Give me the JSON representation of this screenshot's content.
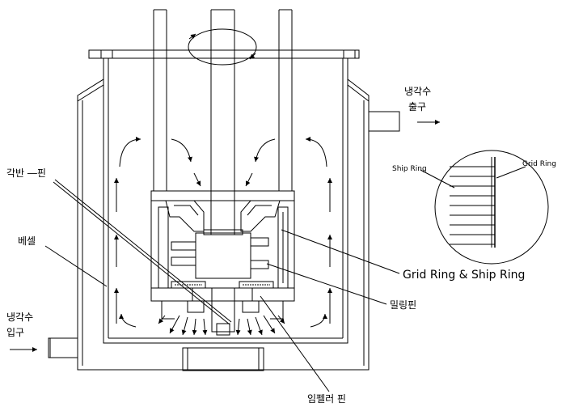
{
  "labels": {
    "coolant_outlet": [
      "냉각수",
      "출구"
    ],
    "coolant_inlet": [
      "냉각수",
      "입구"
    ],
    "agitator_pin": "각반 ―핀",
    "vessel": "베셀",
    "grid_ship_ring": "Grid Ring & Ship Ring",
    "milling_pin": "밀링핀",
    "impeller_pin": "임펠러 핀",
    "detail_ship_ring": "Ship Ring",
    "detail_grid_ring": "Grid Ring"
  },
  "colors": {
    "line": "#000000",
    "background": "#ffffff"
  }
}
